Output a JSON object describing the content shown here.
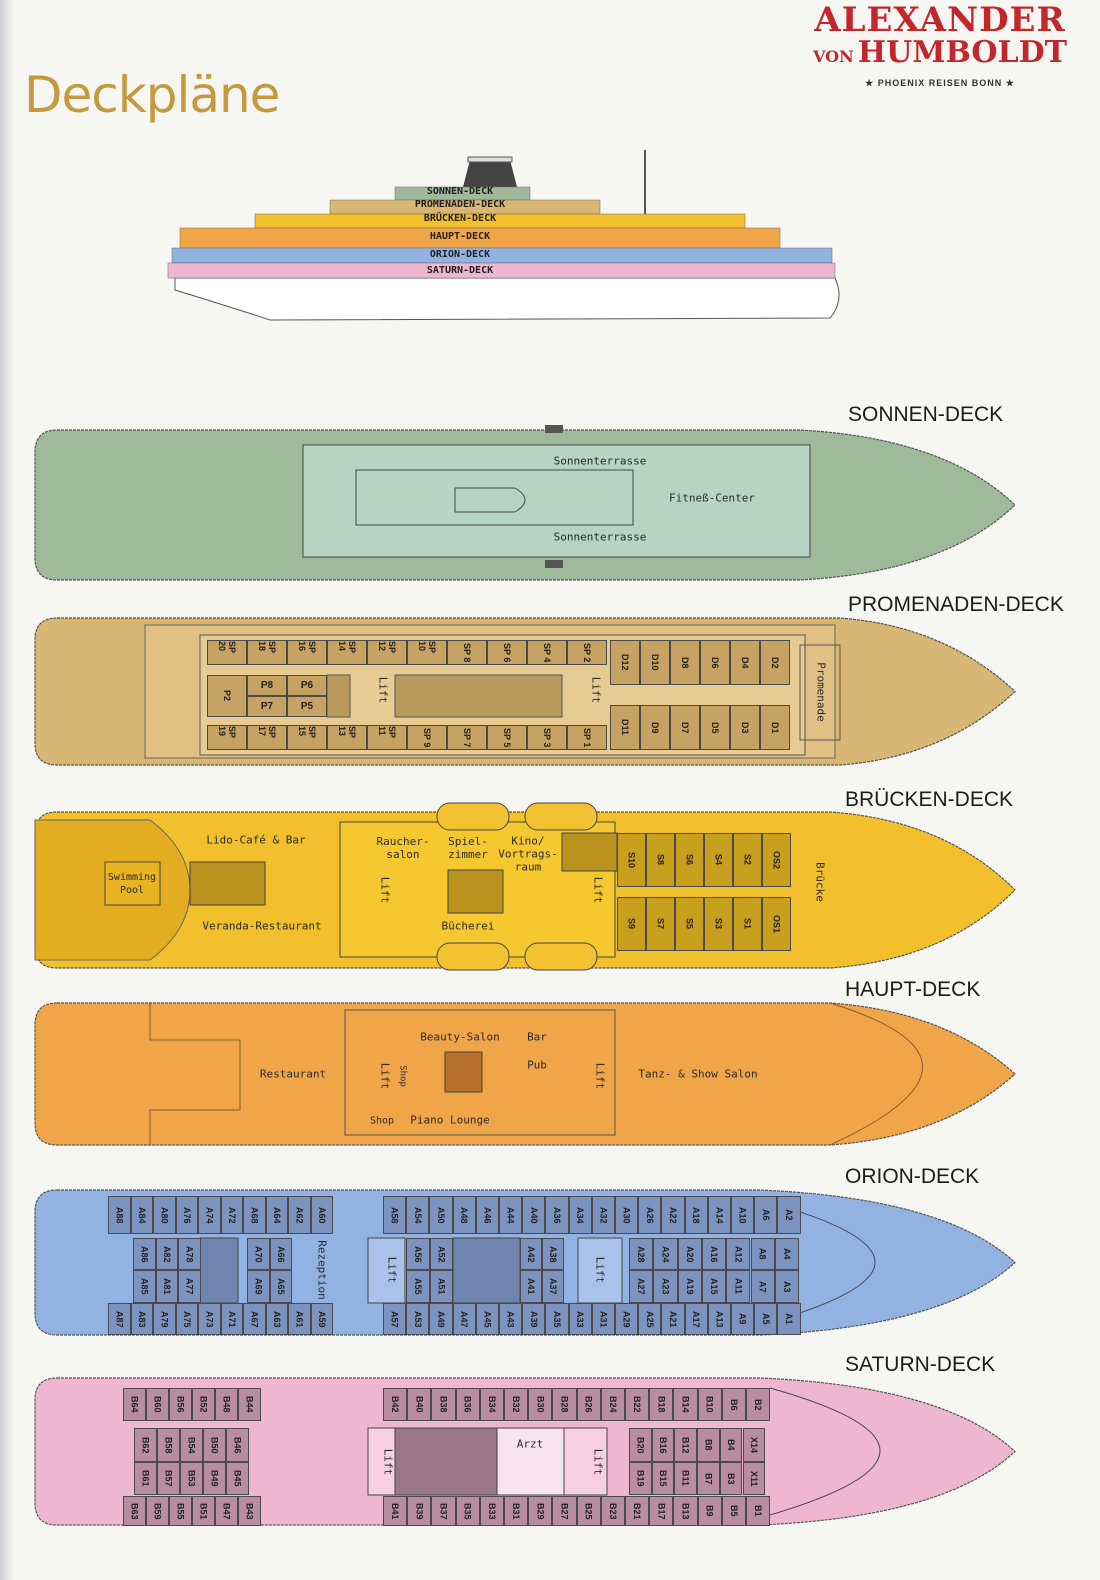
{
  "brand": {
    "line1": "ALEXANDER",
    "line2_prefix": "VON",
    "line2": "HUMBOLDT",
    "tagline": "★ PHOENIX REISEN BONN ★"
  },
  "title": "Deckpläne",
  "side_view": {
    "labels": [
      "SONNEN-DECK",
      "PROMENADEN-DECK",
      "BRÜCKEN-DECK",
      "HAUPT-DECK",
      "ORION-DECK",
      "SATURN-DECK"
    ]
  },
  "colors": {
    "sonnen": "#9fb99b",
    "promenaden": "#d8b673",
    "bruecken": "#f1c02c",
    "haupt": "#f0a648",
    "orion": "#92b3e2",
    "saturn": "#efb6cf",
    "title": "#c59a3e",
    "brand": "#c3272b"
  },
  "decks": {
    "sonnen": {
      "title": "SONNEN-DECK",
      "rooms": {
        "terrace_top": "Sonnenterrasse",
        "terrace_bottom": "Sonnenterrasse",
        "fitness": "Fitneß-Center"
      }
    },
    "promenaden": {
      "title": "PROMENADEN-DECK",
      "rooms": {
        "promenade": "Promenade",
        "lift1": "Lift",
        "lift2": "Lift"
      },
      "cabins": {
        "top": [
          "SP 20",
          "SP 18",
          "SP 16",
          "SP 14",
          "SP 12",
          "SP 10",
          "SP 8",
          "SP 6",
          "SP 4",
          "SP 2"
        ],
        "bottom": [
          "SP 19",
          "SP 17",
          "SP 15",
          "SP 13",
          "SP 11",
          "SP 9",
          "SP 7",
          "SP 5",
          "SP 3",
          "SP 1"
        ],
        "p2": [
          "P2"
        ],
        "p_upper": [
          "P8",
          "P6"
        ],
        "p_lower": [
          "P7",
          "P5"
        ],
        "d_top": [
          "D12",
          "D10",
          "D8",
          "D6",
          "D4",
          "D2"
        ],
        "d_bottom": [
          "D11",
          "D9",
          "D7",
          "D5",
          "D3",
          "D1"
        ]
      }
    },
    "bruecken": {
      "title": "BRÜCKEN-DECK",
      "rooms": {
        "lido": "Lido-Café & Bar",
        "pool": "Swimming\nPool",
        "veranda": "Veranda-Restaurant",
        "raucher": "Raucher-\nsalon",
        "spiel": "Spiel-\nzimmer",
        "kino": "Kino/\nVortrags-\nraum",
        "buecherei": "Bücherei",
        "bruecke": "Brücke",
        "lift1": "Lift",
        "lift2": "Lift"
      },
      "cabins": {
        "top": [
          "S10",
          "S8",
          "S6",
          "S4",
          "S2",
          "OS2"
        ],
        "bottom": [
          "S9",
          "S7",
          "S5",
          "S3",
          "S1",
          "OS1"
        ]
      }
    },
    "haupt": {
      "title": "HAUPT-DECK",
      "rooms": {
        "restaurant": "Restaurant",
        "beauty": "Beauty-Salon",
        "bar": "Bar",
        "pub": "Pub",
        "shop1": "Shop",
        "shop2": "Shop",
        "lift1": "Lift",
        "lift2": "Lift",
        "piano": "Piano Lounge",
        "tanz": "Tanz- & Show Salon"
      }
    },
    "orion": {
      "title": "ORION-DECK",
      "rooms": {
        "rezeption": "Rezeption",
        "lift1": "Lift",
        "lift2": "Lift"
      },
      "cabins": {
        "top_left": [
          "A88",
          "A84",
          "A80",
          "A76",
          "A74",
          "A72",
          "A68",
          "A64",
          "A62",
          "A60"
        ],
        "top_right": [
          "A58",
          "A54",
          "A50",
          "A48",
          "A46",
          "A44",
          "A40",
          "A36",
          "A34",
          "A32",
          "A30",
          "A26",
          "A22",
          "A18",
          "A14",
          "A10",
          "A6",
          "A2"
        ],
        "mid_left_upper_a": [
          "A86",
          "A82",
          "A78"
        ],
        "mid_left_upper_b": [
          "A70",
          "A66"
        ],
        "mid_left_lower_a": [
          "A85",
          "A81",
          "A77"
        ],
        "mid_left_lower_b": [
          "A69",
          "A65"
        ],
        "mid_center_upper_a": [
          "A56",
          "A52"
        ],
        "mid_center_upper_b": [
          "A42",
          "A38"
        ],
        "mid_center_lower_a": [
          "A55",
          "A51"
        ],
        "mid_center_lower_b": [
          "A41",
          "A37"
        ],
        "mid_right_upper": [
          "A28",
          "A24",
          "A20",
          "A16",
          "A12",
          "A8",
          "A4"
        ],
        "mid_right_lower": [
          "A27",
          "A23",
          "A19",
          "A15",
          "A11",
          "A7",
          "A3"
        ],
        "bottom_left": [
          "A87",
          "A83",
          "A79",
          "A75",
          "A73",
          "A71",
          "A67",
          "A63",
          "A61",
          "A59"
        ],
        "bottom_right": [
          "A57",
          "A53",
          "A49",
          "A47",
          "A45",
          "A43",
          "A39",
          "A35",
          "A33",
          "A31",
          "A29",
          "A25",
          "A21",
          "A17",
          "A13",
          "A9",
          "A5",
          "A1"
        ]
      }
    },
    "saturn": {
      "title": "SATURN-DECK",
      "rooms": {
        "arzt": "Arzt",
        "lift1": "Lift",
        "lift2": "Lift"
      },
      "cabins": {
        "top_left": [
          "B64",
          "B60",
          "B56",
          "B52",
          "B48",
          "B44"
        ],
        "top_right": [
          "B42",
          "B40",
          "B38",
          "B36",
          "B34",
          "B32",
          "B30",
          "B28",
          "B26",
          "B24",
          "B22",
          "B18",
          "B14",
          "B10",
          "B6",
          "B2"
        ],
        "mid_left_upper": [
          "B62",
          "B58",
          "B54",
          "B50",
          "B46"
        ],
        "mid_left_lower": [
          "B61",
          "B57",
          "B53",
          "B49",
          "B45"
        ],
        "mid_right_upper": [
          "B20",
          "B16",
          "B12",
          "B8",
          "B4",
          "X14"
        ],
        "mid_right_lower": [
          "B19",
          "B15",
          "B11",
          "B7",
          "B3",
          "X11"
        ],
        "bottom_left": [
          "B63",
          "B59",
          "B55",
          "B51",
          "B47",
          "B43"
        ],
        "bottom_right": [
          "B41",
          "B39",
          "B37",
          "B35",
          "B33",
          "B31",
          "B29",
          "B27",
          "B25",
          "B23",
          "B21",
          "B17",
          "B13",
          "B9",
          "B5",
          "B1"
        ]
      }
    }
  }
}
